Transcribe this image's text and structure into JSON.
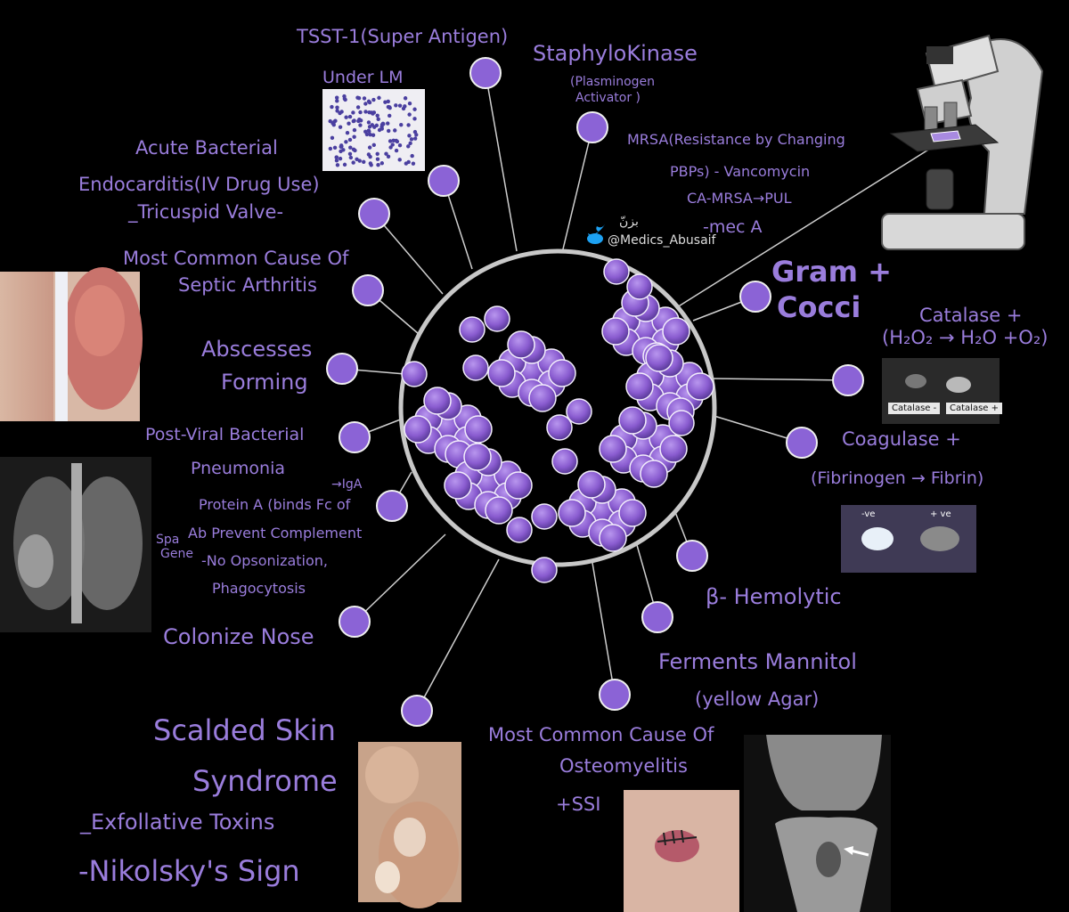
{
  "colors": {
    "background": "#000000",
    "text": "#9a7ddc",
    "node": "#8b63d6",
    "node_stroke": "#f0f0f0",
    "connector": "#cfcfcf",
    "cocci": "#8a5cd0"
  },
  "twitter": {
    "icon": "twitter-bird-icon",
    "handle": "@Medics_Abusaif",
    "arabic": "بزنّ"
  },
  "labels": {
    "tsst": "TSST-1(Super Antigen)",
    "under_lm": "Under LM",
    "staphylokinase": "StaphyloKinase",
    "plasminogen_1": "(Plasminogen",
    "plasminogen_2": "Activator )",
    "mrsa_1": "MRSA(Resistance by Changing",
    "mrsa_2": "PBPs) - Vancomycin",
    "mrsa_3": "CA-MRSA→PUL",
    "mrsa_4": "-mec A",
    "endocarditis_1": "Acute Bacterial",
    "endocarditis_2": "Endocarditis(IV Drug Use)",
    "endocarditis_3": "_Tricuspid Valve-",
    "septic_1": "Most Common Cause Of",
    "septic_2": "Septic Arthritis",
    "abscess_1": "Abscesses",
    "abscess_2": "Forming",
    "pneumonia_1": "Post-Viral Bacterial",
    "pneumonia_2": "Pneumonia",
    "protein_a_1": "Protein A (binds Fc of",
    "protein_a_2": "Ab Prevent Complement",
    "protein_a_3": "-No Opsonization,",
    "protein_a_4": "Phagocytosis",
    "iga_note": "→IgA",
    "spa_1": "Spa",
    "spa_2": "Gene",
    "colonize": "Colonize Nose",
    "gram_1": "Gram +",
    "gram_2": "Cocci",
    "catalase_1": "Catalase +",
    "catalase_2": "(H₂O₂ → H₂O +O₂)",
    "coagulase_1": "Coagulase +",
    "coagulase_2": "(Fibrinogen → Fibrin)",
    "hemolytic": "β- Hemolytic",
    "mannitol_1": "Ferments Mannitol",
    "mannitol_2": "(yellow Agar)",
    "osteo_1": "Most Common Cause Of",
    "osteo_2": "Osteomyelitis",
    "osteo_3": "+SSI",
    "sss_1": "Scalded Skin",
    "sss_2": "Syndrome",
    "sss_3": "_Exfollative Toxins",
    "sss_4": "-Nikolsky's Sign"
  },
  "photos": {
    "catalase_neg": "Catalase -",
    "catalase_pos": "Catalase +",
    "coag_neg": "-ve",
    "coag_pos": "+ ve"
  }
}
